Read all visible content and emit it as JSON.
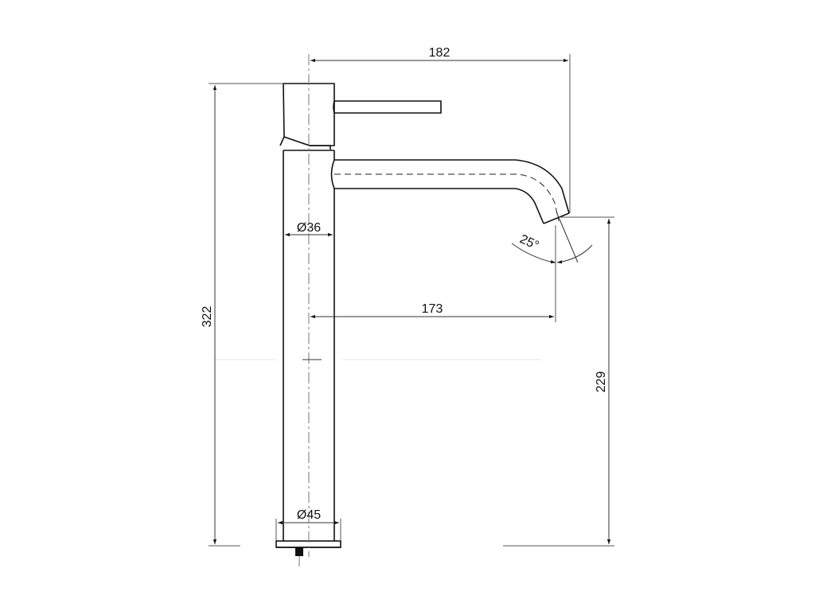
{
  "drawing": {
    "subject": "Tall single-lever basin mixer tap, side elevation",
    "units": "mm",
    "colors": {
      "line": "#111111",
      "dimension": "#333333",
      "centerline": "#777777",
      "background": "#ffffff"
    }
  },
  "dimensions": {
    "spout_reach_total": {
      "label": "182"
    },
    "spout_reach_outlet": {
      "label": "173"
    },
    "overall_height": {
      "label": "322"
    },
    "outlet_height": {
      "label": "229"
    },
    "body_diameter": {
      "label": "Ø36"
    },
    "base_diameter": {
      "label": "Ø45"
    },
    "spout_angle": {
      "label": "25°"
    }
  }
}
